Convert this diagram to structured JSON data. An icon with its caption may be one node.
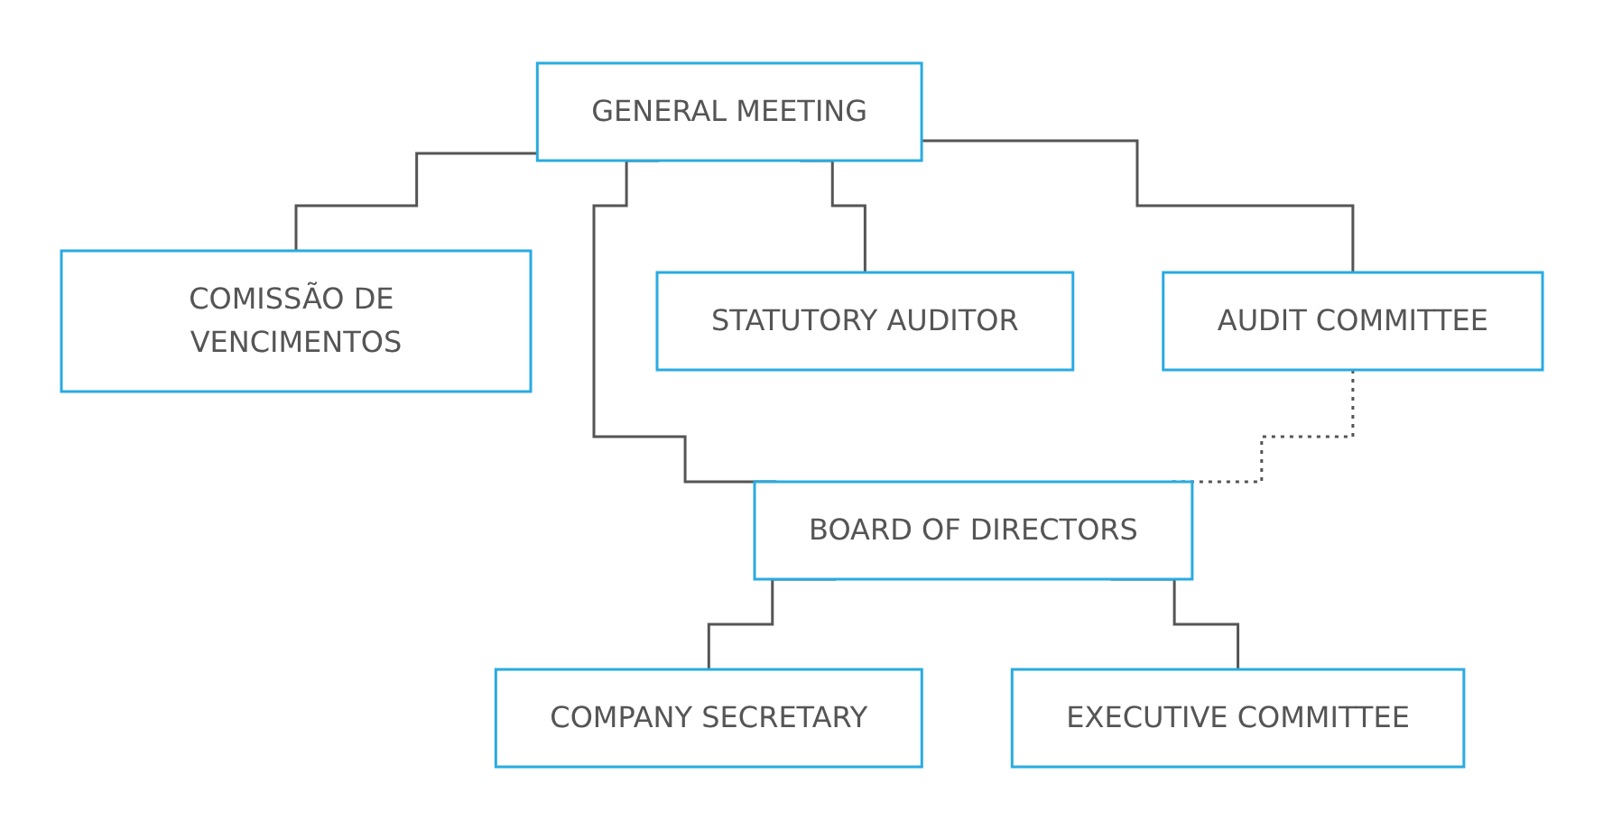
{
  "diagram": {
    "nodes": [
      {
        "text": [
          "GENERAL MEETING"
        ]
      },
      {
        "text": [
          "COMISSÃO DE VENCIMENTOS"
        ]
      },
      {
        "text": [
          "AUDIT COMMITTEE"
        ]
      },
      {
        "text": [
          "BOARD OF DIRECTORS"
        ]
      },
      {
        "text": [
          "STATUTORY AUDITOR"
        ]
      },
      {
        "text": [
          "COMPANY SECRETARY"
        ]
      },
      {
        "text": [
          "EXECUTIVE COMMITTEE"
        ]
      }
    ],
    "edges": [
      {
        "from": 0,
        "to": 1,
        "arrow": "none"
      },
      {
        "from": 0,
        "to": 2,
        "arrow": "none"
      },
      {
        "from": 0,
        "to": 3,
        "arrow": "none"
      },
      {
        "from": 0,
        "to": 4,
        "arrow": "none"
      },
      {
        "from": 2,
        "to": 3,
        "arrow": "none",
        "style": "dashed"
      },
      {
        "from": 3,
        "to": 5,
        "arrow": "none"
      },
      {
        "from": 3,
        "to": 6,
        "arrow": "none"
      }
    ]
  }
}
